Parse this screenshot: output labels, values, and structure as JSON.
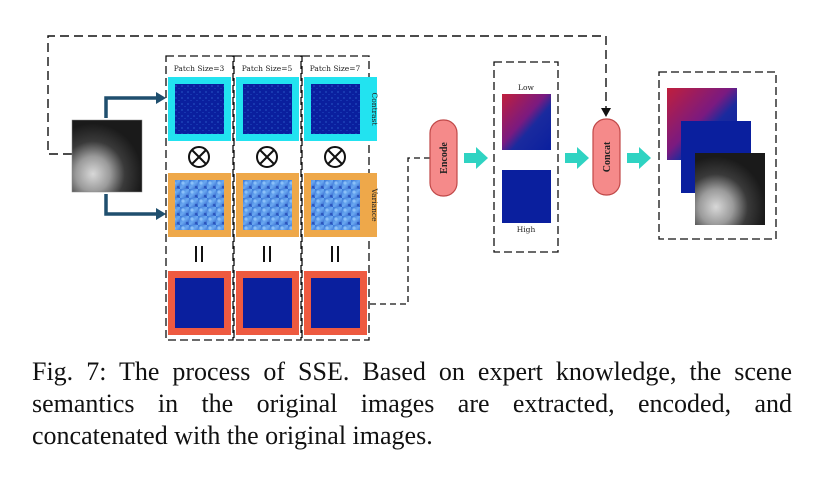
{
  "diagram": {
    "patch_labels": [
      "Patch Size=3",
      "Patch Size=5",
      "Patch Size=7"
    ],
    "row_labels": {
      "contrast": "Contrast",
      "variance": "Variance"
    },
    "operators": {
      "multiply": "⊗",
      "equals": "||"
    },
    "encode_label": "Encode",
    "concat_label": "Concat",
    "low_label": "Low",
    "high_label": "High",
    "colors": {
      "contrast_frame": "#22e3f0",
      "variance_frame": "#eea84a",
      "result_frame": "#ee5a40",
      "pill_fill": "#f58a8a",
      "pill_stroke": "#c04848",
      "arrow_teal": "#2fd3c2",
      "arrow_navy": "#1f4f6e",
      "map_blue": "#0a1f9e"
    }
  },
  "caption": "Fig. 7: The process of SSE. Based on expert knowledge, the scene semantics in the original images are extracted, encoded, and concatenated with the original images."
}
